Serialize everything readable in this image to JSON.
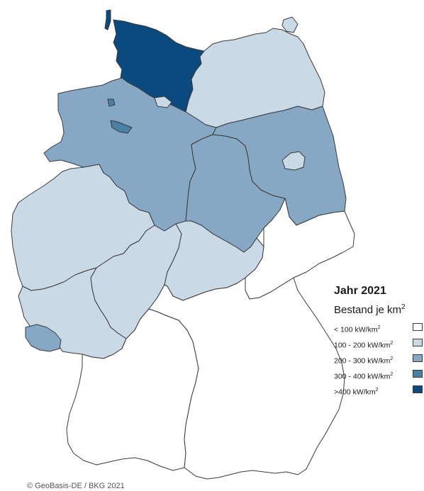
{
  "legend": {
    "title": "Jahr 2021",
    "subtitle_prefix": "Bestand je km",
    "subtitle_exp": "2",
    "classes": [
      {
        "label": "< 100 kW/km",
        "exp": "2",
        "color": "#ffffff"
      },
      {
        "label": "100 - 200 kW/km",
        "exp": "2",
        "color": "#cad9e6"
      },
      {
        "label": "200 - 300 kW/km",
        "exp": "2",
        "color": "#86a8c4"
      },
      {
        "label": "300 - 400 kW/km",
        "exp": "2",
        "color": "#4a7fa8"
      },
      {
        "label": ">400 kW/km",
        "exp": "2",
        "color": "#0b4a7e"
      }
    ]
  },
  "credit": "© GeoBasis-DE / BKG 2021",
  "border_color": "#3a3a3a"
}
